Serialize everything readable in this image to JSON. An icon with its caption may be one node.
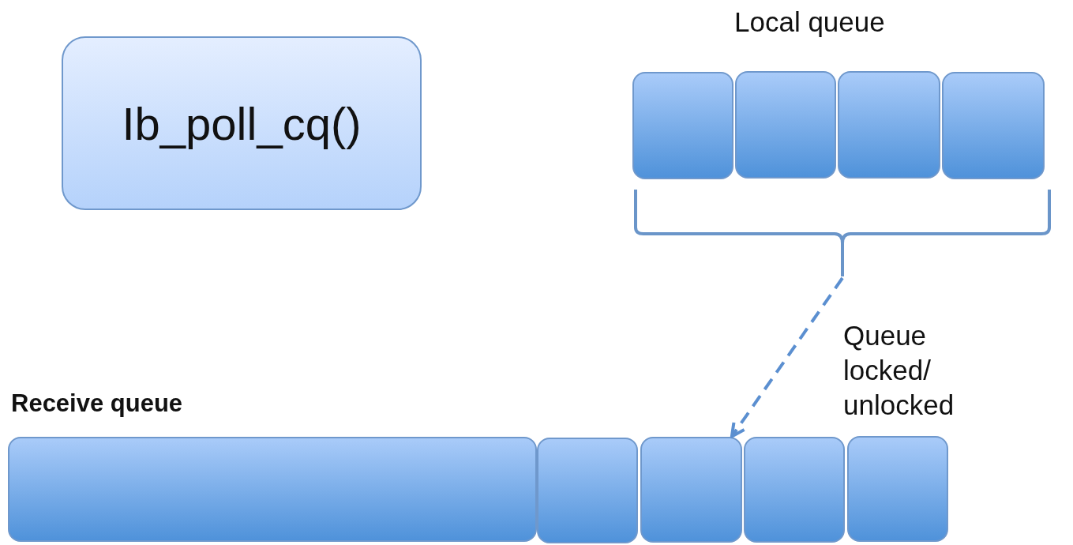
{
  "diagram": {
    "nodes": [
      {
        "text": [
          "Ib_poll_cq()"
        ]
      },
      {
        "text": [],
        "shape": "box"
      },
      {
        "text": [],
        "shape": "box"
      },
      {
        "text": [],
        "shape": "box"
      },
      {
        "text": [],
        "shape": "box"
      },
      {
        "text": [],
        "shape": "bracket"
      },
      {
        "text": [],
        "shape": "box"
      },
      {
        "text": [],
        "shape": "box"
      },
      {
        "text": [],
        "shape": "box"
      },
      {
        "text": [],
        "shape": "box"
      },
      {
        "text": [],
        "shape": "box"
      }
    ],
    "edges": [
      {
        "from": 5,
        "to": 8,
        "arrow": "to",
        "style": "dashed",
        "label": "Queue locked/ unlocked"
      }
    ],
    "labels": [
      "Local queue",
      "Receive queue"
    ]
  }
}
